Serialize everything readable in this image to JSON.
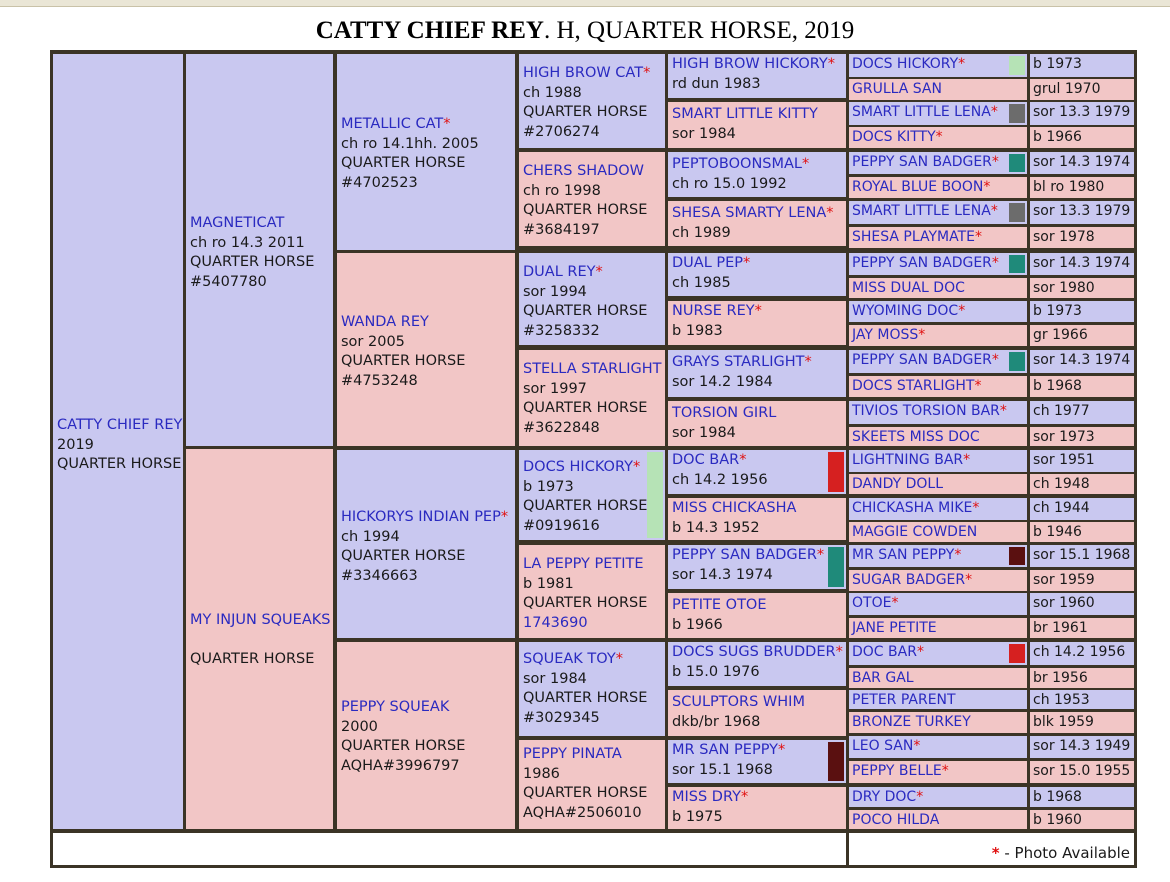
{
  "title": {
    "name": "CATTY CHIEF REY",
    "rest": ". H, QUARTER HORSE, 2019"
  },
  "legend": {
    "star": "*",
    "text": " - Photo Available"
  },
  "colors": {
    "male": "#c9c8f0",
    "female": "#f2c6c6",
    "star": "#e01010",
    "link": "#2a2ac0"
  },
  "big_cells": [
    {
      "name": "CATTY CHIEF REY",
      "star": false,
      "lines": [
        "2019",
        "QUARTER HORSE"
      ]
    },
    {
      "name": "MAGNETICAT",
      "star": false,
      "lines": [
        "ch ro 14.3 2011",
        "QUARTER HORSE",
        "#5407780"
      ]
    },
    {
      "name": "MY INJUN SQUEAKS",
      "star": false,
      "lines": [
        "",
        "QUARTER HORSE"
      ]
    },
    {
      "name": "METALLIC CAT",
      "star": true,
      "lines": [
        "ch ro 14.1hh. 2005",
        "QUARTER HORSE",
        "#4702523"
      ]
    },
    {
      "name": "WANDA REY",
      "star": false,
      "lines": [
        "sor 2005",
        "QUARTER HORSE",
        "#4753248"
      ]
    },
    {
      "name": "HICKORYS INDIAN PEP",
      "star": true,
      "lines": [
        "ch 1994",
        "QUARTER HORSE",
        "#3346663"
      ]
    },
    {
      "name": "PEPPY SQUEAK",
      "star": false,
      "lines": [
        "2000",
        "QUARTER HORSE",
        "AQHA#3996797"
      ]
    },
    {
      "name": "HIGH BROW CAT",
      "star": true,
      "lines": [
        "ch 1988",
        "QUARTER HORSE",
        "#2706274"
      ]
    },
    {
      "name": "CHERS SHADOW",
      "star": false,
      "lines": [
        "ch ro 1998",
        "QUARTER HORSE",
        "#3684197"
      ]
    },
    {
      "name": "DUAL REY",
      "star": true,
      "lines": [
        "sor 1994",
        "QUARTER HORSE",
        "#3258332"
      ]
    },
    {
      "name": "STELLA STARLIGHT",
      "star": false,
      "lines": [
        "sor 1997",
        "QUARTER HORSE",
        "#3622848"
      ]
    },
    {
      "name": "DOCS HICKORY",
      "star": true,
      "lines": [
        "b 1973",
        "QUARTER HORSE",
        "#0919616"
      ]
    },
    {
      "name": "LA PEPPY PETITE",
      "star": false,
      "lines": [
        "b 1981",
        "QUARTER HORSE"
      ],
      "link_line": "1743690"
    },
    {
      "name": "SQUEAK TOY",
      "star": true,
      "lines": [
        "sor 1984",
        "QUARTER HORSE",
        "#3029345"
      ]
    },
    {
      "name": "PEPPY PINATA",
      "star": false,
      "lines": [
        "1986",
        "QUARTER HORSE",
        "AQHA#2506010"
      ]
    }
  ],
  "gen4": [
    {
      "name": "HIGH BROW HICKORY",
      "star": true,
      "info": "rd dun 1983"
    },
    {
      "name": "SMART LITTLE KITTY",
      "star": false,
      "info": "sor 1984"
    },
    {
      "name": "PEPTOBOONSMAL",
      "star": true,
      "info": "ch ro 15.0 1992"
    },
    {
      "name": "SHESA SMARTY LENA",
      "star": true,
      "info": "ch 1989"
    },
    {
      "name": "DUAL PEP",
      "star": true,
      "info": "ch 1985"
    },
    {
      "name": "NURSE REY",
      "star": true,
      "info": "b 1983"
    },
    {
      "name": "GRAYS STARLIGHT",
      "star": true,
      "info": "sor 14.2 1984"
    },
    {
      "name": "TORSION GIRL",
      "star": false,
      "info": "sor 1984"
    },
    {
      "name": "DOC BAR",
      "star": true,
      "info": "ch 14.2 1956"
    },
    {
      "name": "MISS CHICKASHA",
      "star": false,
      "info": "b 14.3 1952"
    },
    {
      "name": "PEPPY SAN BADGER",
      "star": true,
      "info": "sor 14.3 1974"
    },
    {
      "name": "PETITE OTOE",
      "star": false,
      "info": "b 1966"
    },
    {
      "name": "DOCS SUGS BRUDDER",
      "star": true,
      "info": "b 15.0 1976"
    },
    {
      "name": "SCULPTORS WHIM",
      "star": false,
      "info": "dkb/br 1968"
    },
    {
      "name": "MR SAN PEPPY",
      "star": true,
      "info": "sor 15.1 1968"
    },
    {
      "name": "MISS DRY",
      "star": true,
      "info": "b 1975"
    }
  ],
  "gen5": [
    {
      "name": "DOCS HICKORY",
      "star": true,
      "info": "b 1973"
    },
    {
      "name": "GRULLA SAN",
      "star": false,
      "info": "grul 1970"
    },
    {
      "name": "SMART LITTLE LENA",
      "star": true,
      "info": "sor 13.3 1979"
    },
    {
      "name": "DOCS KITTY",
      "star": true,
      "info": "b 1966"
    },
    {
      "name": "PEPPY SAN BADGER",
      "star": true,
      "info": "sor 14.3 1974"
    },
    {
      "name": "ROYAL BLUE BOON",
      "star": true,
      "info": "bl ro 1980"
    },
    {
      "name": "SMART LITTLE LENA",
      "star": true,
      "info": "sor 13.3 1979"
    },
    {
      "name": "SHESA PLAYMATE",
      "star": true,
      "info": "sor 1978"
    },
    {
      "name": "PEPPY SAN BADGER",
      "star": true,
      "info": "sor 14.3 1974"
    },
    {
      "name": "MISS DUAL DOC",
      "star": false,
      "info": "sor 1980"
    },
    {
      "name": "WYOMING DOC",
      "star": true,
      "info": "b 1973"
    },
    {
      "name": "JAY MOSS",
      "star": true,
      "info": "gr 1966"
    },
    {
      "name": "PEPPY SAN BADGER",
      "star": true,
      "info": "sor 14.3 1974"
    },
    {
      "name": "DOCS STARLIGHT",
      "star": true,
      "info": "b 1968"
    },
    {
      "name": "TIVIOS TORSION BAR",
      "star": true,
      "info": "ch 1977"
    },
    {
      "name": "SKEETS MISS DOC",
      "star": false,
      "info": "sor 1973"
    },
    {
      "name": "LIGHTNING BAR",
      "star": true,
      "info": "sor 1951"
    },
    {
      "name": "DANDY DOLL",
      "star": false,
      "info": "ch 1948"
    },
    {
      "name": "CHICKASHA MIKE",
      "star": true,
      "info": "ch 1944"
    },
    {
      "name": "MAGGIE COWDEN",
      "star": false,
      "info": "b 1946"
    },
    {
      "name": "MR SAN PEPPY",
      "star": true,
      "info": "sor 15.1 1968"
    },
    {
      "name": "SUGAR BADGER",
      "star": true,
      "info": "sor 1959"
    },
    {
      "name": "OTOE",
      "star": true,
      "info": "sor 1960"
    },
    {
      "name": "JANE PETITE",
      "star": false,
      "info": "br 1961"
    },
    {
      "name": "DOC BAR",
      "star": true,
      "info": "ch 14.2 1956"
    },
    {
      "name": "BAR GAL",
      "star": false,
      "info": "br 1956"
    },
    {
      "name": "PETER PARENT",
      "star": false,
      "info": "ch 1953"
    },
    {
      "name": "BRONZE TURKEY",
      "star": false,
      "info": "blk 1959"
    },
    {
      "name": "LEO SAN",
      "star": true,
      "info": "sor 14.3 1949"
    },
    {
      "name": "PEPPY BELLE",
      "star": true,
      "info": "sor 15.0 1955"
    },
    {
      "name": "DRY DOC",
      "star": true,
      "info": "b 1968"
    },
    {
      "name": "POCO HILDA",
      "star": false,
      "info": "b 1960"
    }
  ],
  "swatch_colors": {
    "light_green": "#b6e3b6",
    "gray": "#6c6c6c",
    "teal": "#1f8a7a",
    "red": "#d62020",
    "dark_red": "#5a1010"
  }
}
